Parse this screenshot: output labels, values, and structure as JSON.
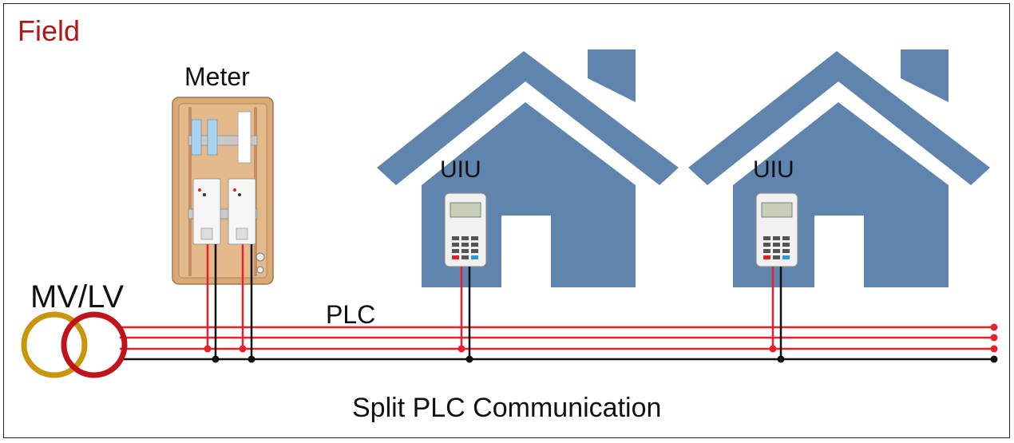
{
  "title": "Field",
  "labels": {
    "meter": "Meter",
    "uiu_1": "UIU",
    "uiu_2": "UIU",
    "transformer": "MV/LV",
    "plc": "PLC",
    "caption": "Split PLC Communication"
  },
  "colors": {
    "title": "#b01818",
    "house": "#5f84ad",
    "phase_wire": "#e8202a",
    "neutral_wire": "#111111",
    "transformer_primary": "#c8960c",
    "transformer_secondary": "#c0141c",
    "meter_box": "#d9a978"
  },
  "icons": {
    "house": "house-icon",
    "meter_box": "meter-box-icon",
    "uiu": "keypad-unit-icon",
    "transformer": "transformer-icon"
  }
}
